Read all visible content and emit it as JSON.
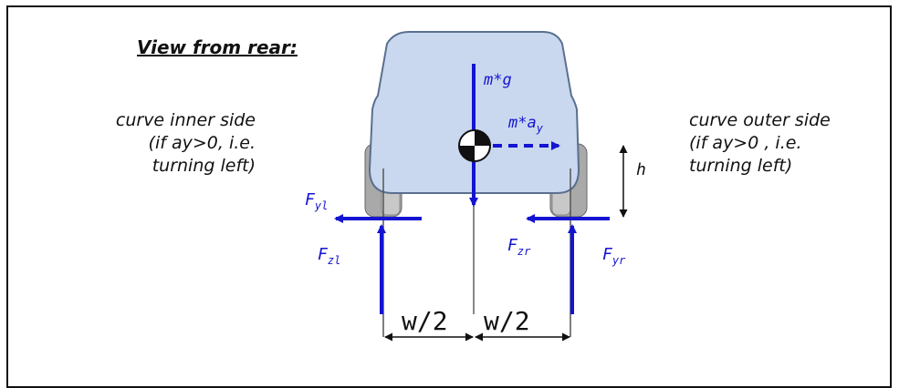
{
  "title": "View from rear:",
  "inner_side": {
    "lines": [
      "curve inner side",
      "(if ay>0, i.e.",
      "turning left)"
    ]
  },
  "outer_side": {
    "lines": [
      "curve outer side",
      "(if ay>0 , i.e.",
      "turning left)"
    ]
  },
  "labels": {
    "mg": "m*g",
    "may_main": "m*a",
    "may_sub": "y",
    "h": "h",
    "fyl_main": "F",
    "fyl_sub": "yl",
    "fzl_main": "F",
    "fzl_sub": "zl",
    "fzr_main": "F",
    "fzr_sub": "zr",
    "fyr_main": "F",
    "fyr_sub": "yr",
    "half_width_left": "w/2",
    "half_width_right": "w/2"
  },
  "colors": {
    "force": "#1414d2",
    "car_fill": "#c9d8ee",
    "car_stroke": "#5a6f8f",
    "tire": "#a9a9a9"
  }
}
